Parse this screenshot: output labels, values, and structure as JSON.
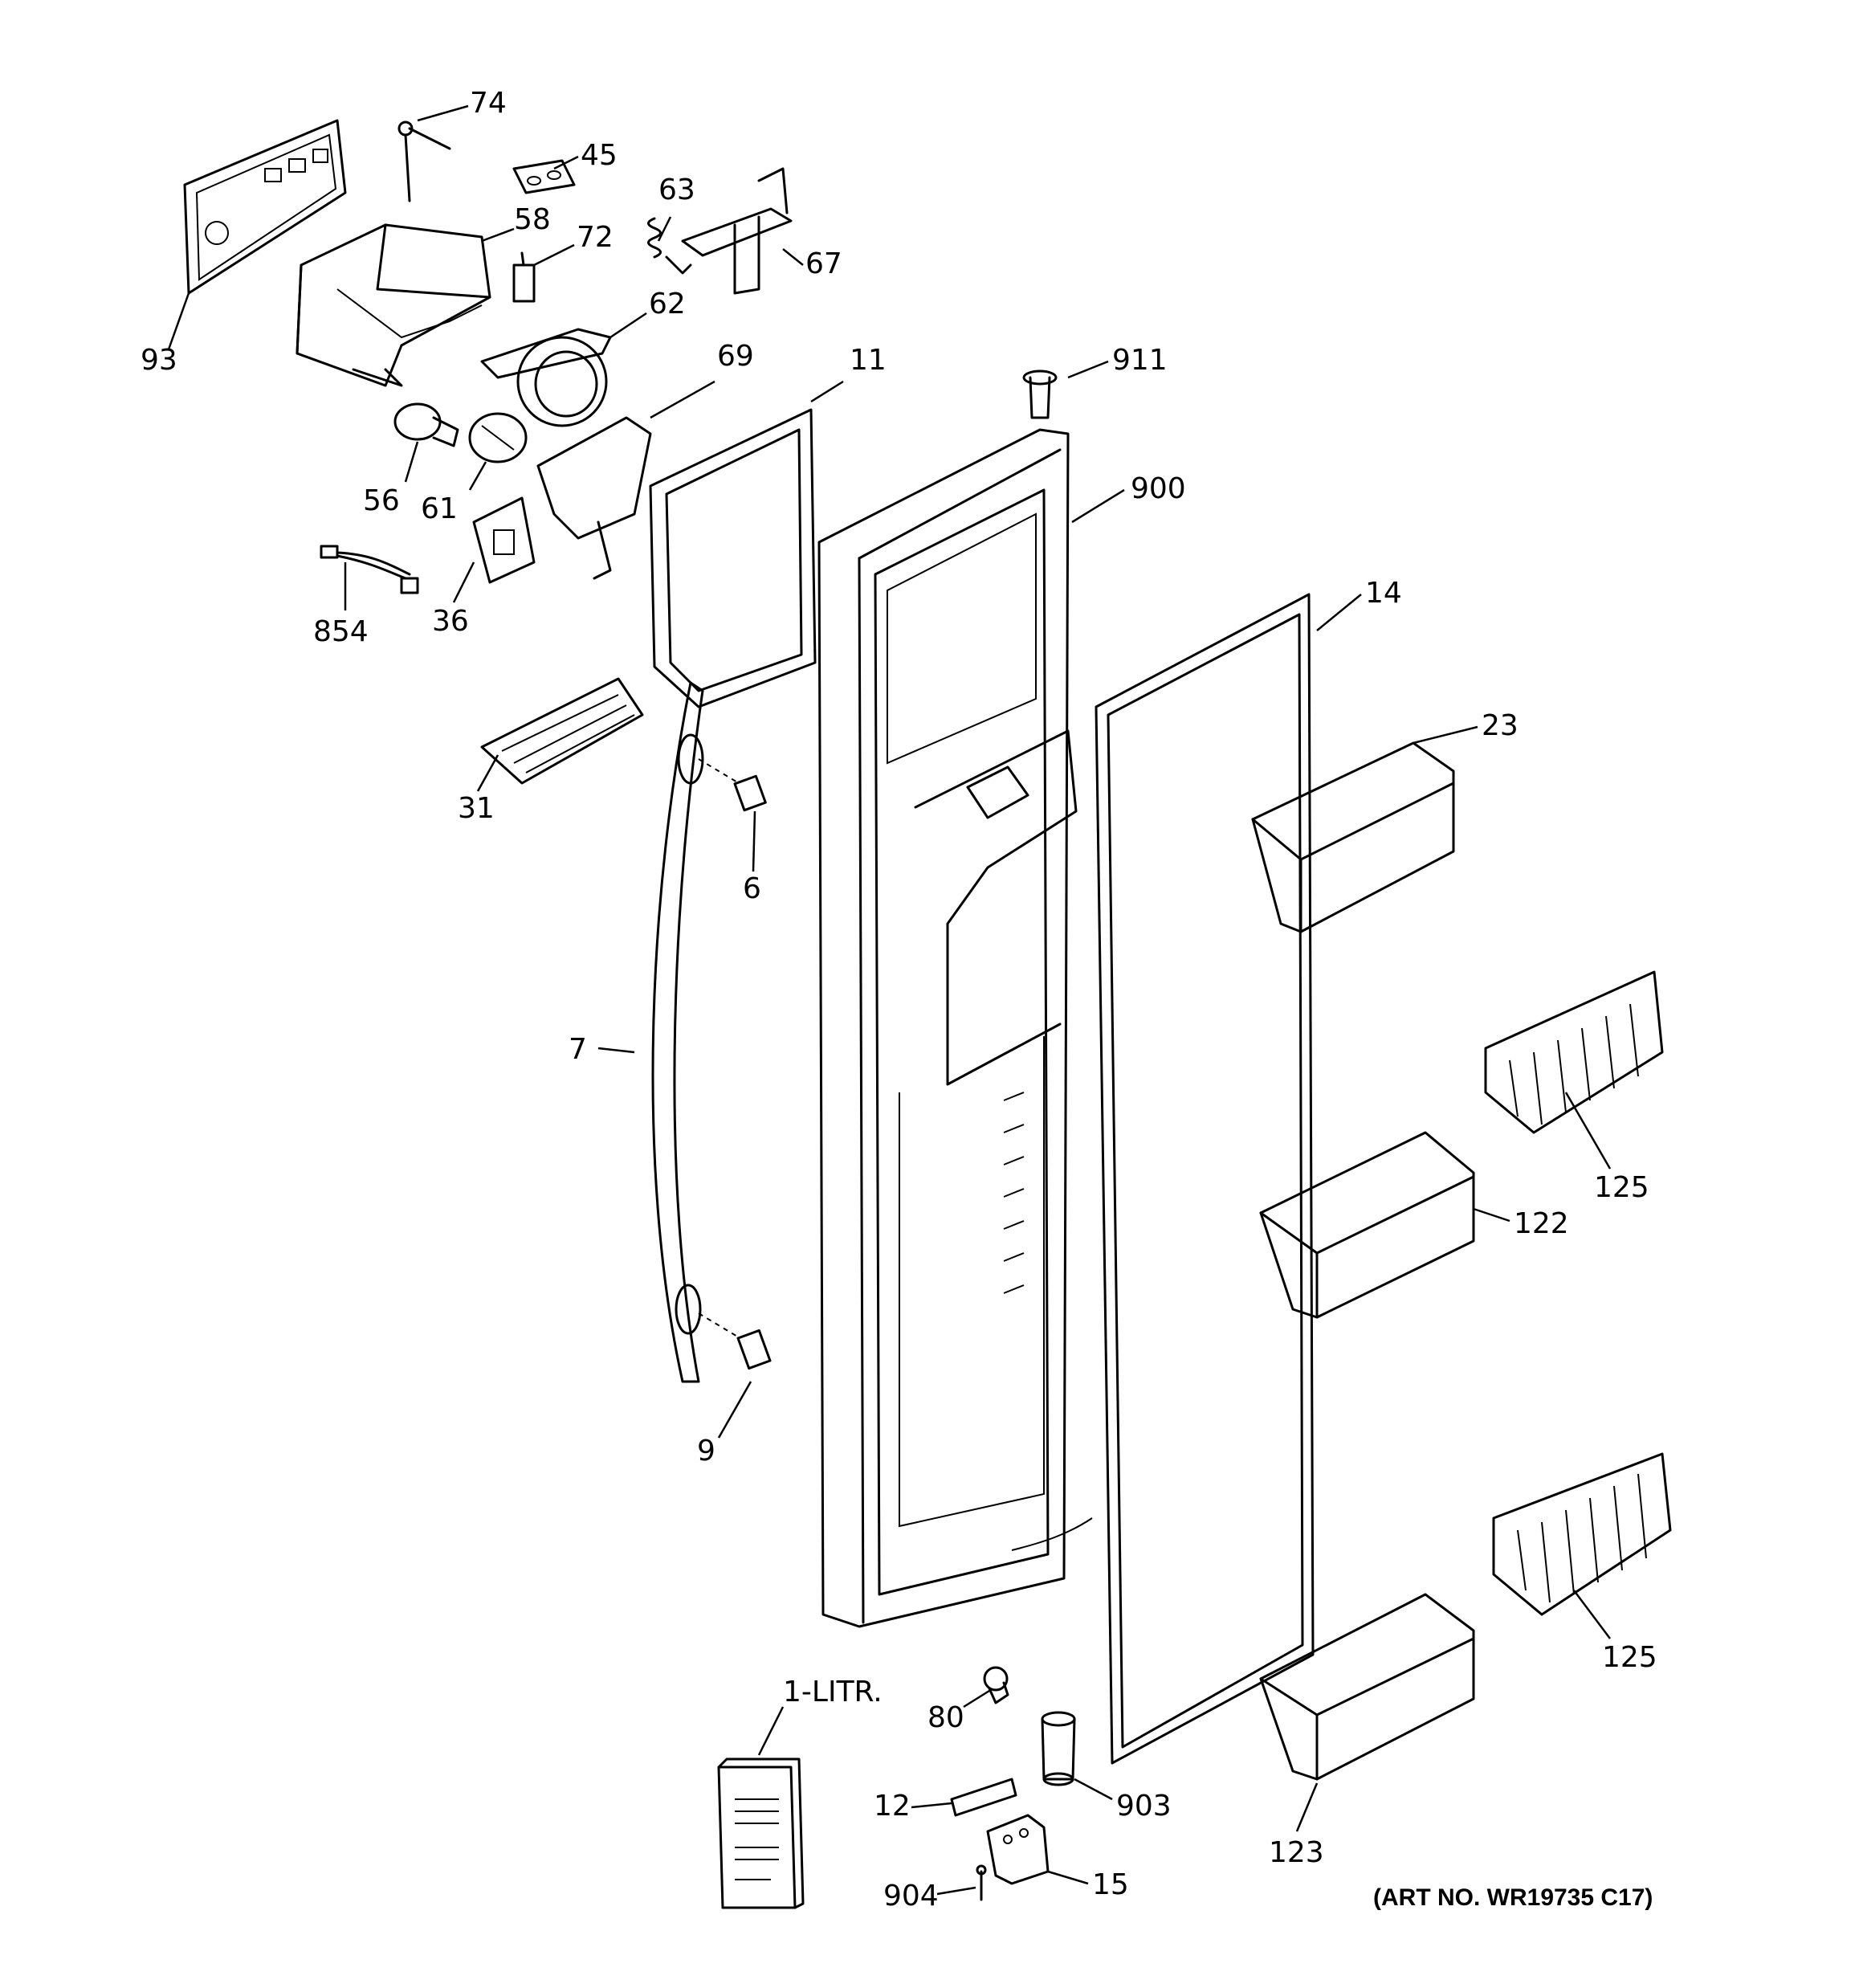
{
  "art_number": "(ART NO. WR19735 C17)",
  "labels": {
    "p74": "74",
    "p45": "45",
    "p63": "63",
    "p58": "58",
    "p72": "72",
    "p67": "67",
    "p62": "62",
    "p93": "93",
    "p69": "69",
    "p11": "11",
    "p911": "911",
    "p56": "56",
    "p61": "61",
    "p900": "900",
    "p854": "854",
    "p36": "36",
    "p14": "14",
    "p23": "23",
    "p31": "31",
    "p6": "6",
    "p7": "7",
    "p125a": "125",
    "p122": "122",
    "p9": "9",
    "p125b": "125",
    "p1litr": "1-LITR.",
    "p80": "80",
    "p12": "12",
    "p903": "903",
    "p123": "123",
    "p904": "904",
    "p15": "15"
  }
}
